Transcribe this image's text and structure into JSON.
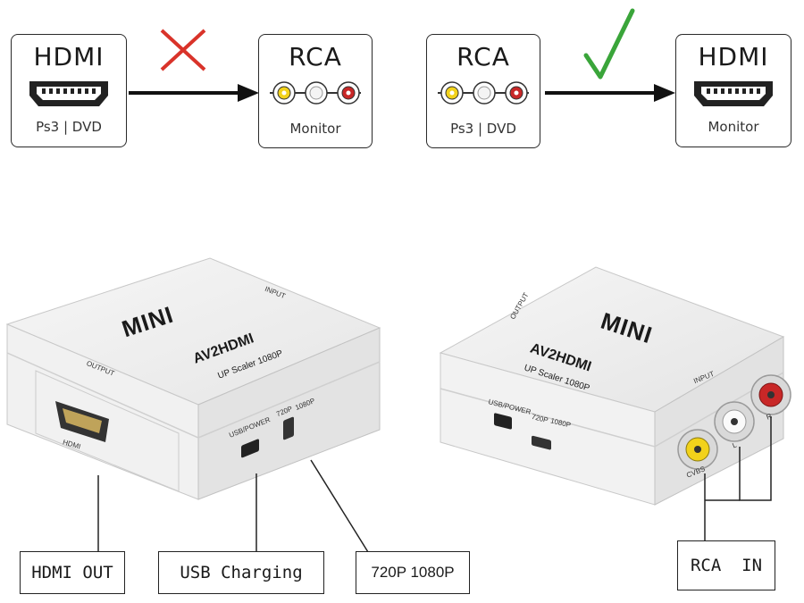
{
  "diagram": {
    "left_pair": {
      "source": {
        "title": "HDMI",
        "subtitle": "Ps3 | DVD"
      },
      "target": {
        "title": "RCA",
        "subtitle": "Monitor"
      },
      "status_icon": "cross-icon"
    },
    "right_pair": {
      "source": {
        "title": "RCA",
        "subtitle": "Ps3 | DVD"
      },
      "target": {
        "title": "HDMI",
        "subtitle": "Monitor"
      },
      "status_icon": "check-icon"
    },
    "colors": {
      "cross": "#d9332a",
      "check": "#3aa53a",
      "rca_yellow": "#f2d21b",
      "rca_red": "#c82727"
    }
  },
  "device_left": {
    "brand": "MINI",
    "model": "AV2HDMI",
    "tagline": "UP Scaler 1080P",
    "input_label": "INPUT",
    "output_label": "OUTPUT",
    "port_label": "HDMI",
    "usb_label": "USB/POWER",
    "switch_label_a": "720P",
    "switch_label_b": "1080P"
  },
  "device_right": {
    "brand": "MINI",
    "model": "AV2HDMI",
    "tagline": "UP Scaler 1080P",
    "input_label": "INPUT",
    "output_label": "OUTPUT",
    "usb_label": "USB/POWER",
    "switch_label_a": "720P",
    "switch_label_b": "1080P",
    "jack_l": "L",
    "jack_r": "R",
    "jack_cvbs": "CVBS"
  },
  "callouts": {
    "hdmi_out": "HDMI OUT",
    "usb_charging": "USB Charging",
    "resolution": "720P 1080P",
    "rca_in": "RCA  IN"
  }
}
